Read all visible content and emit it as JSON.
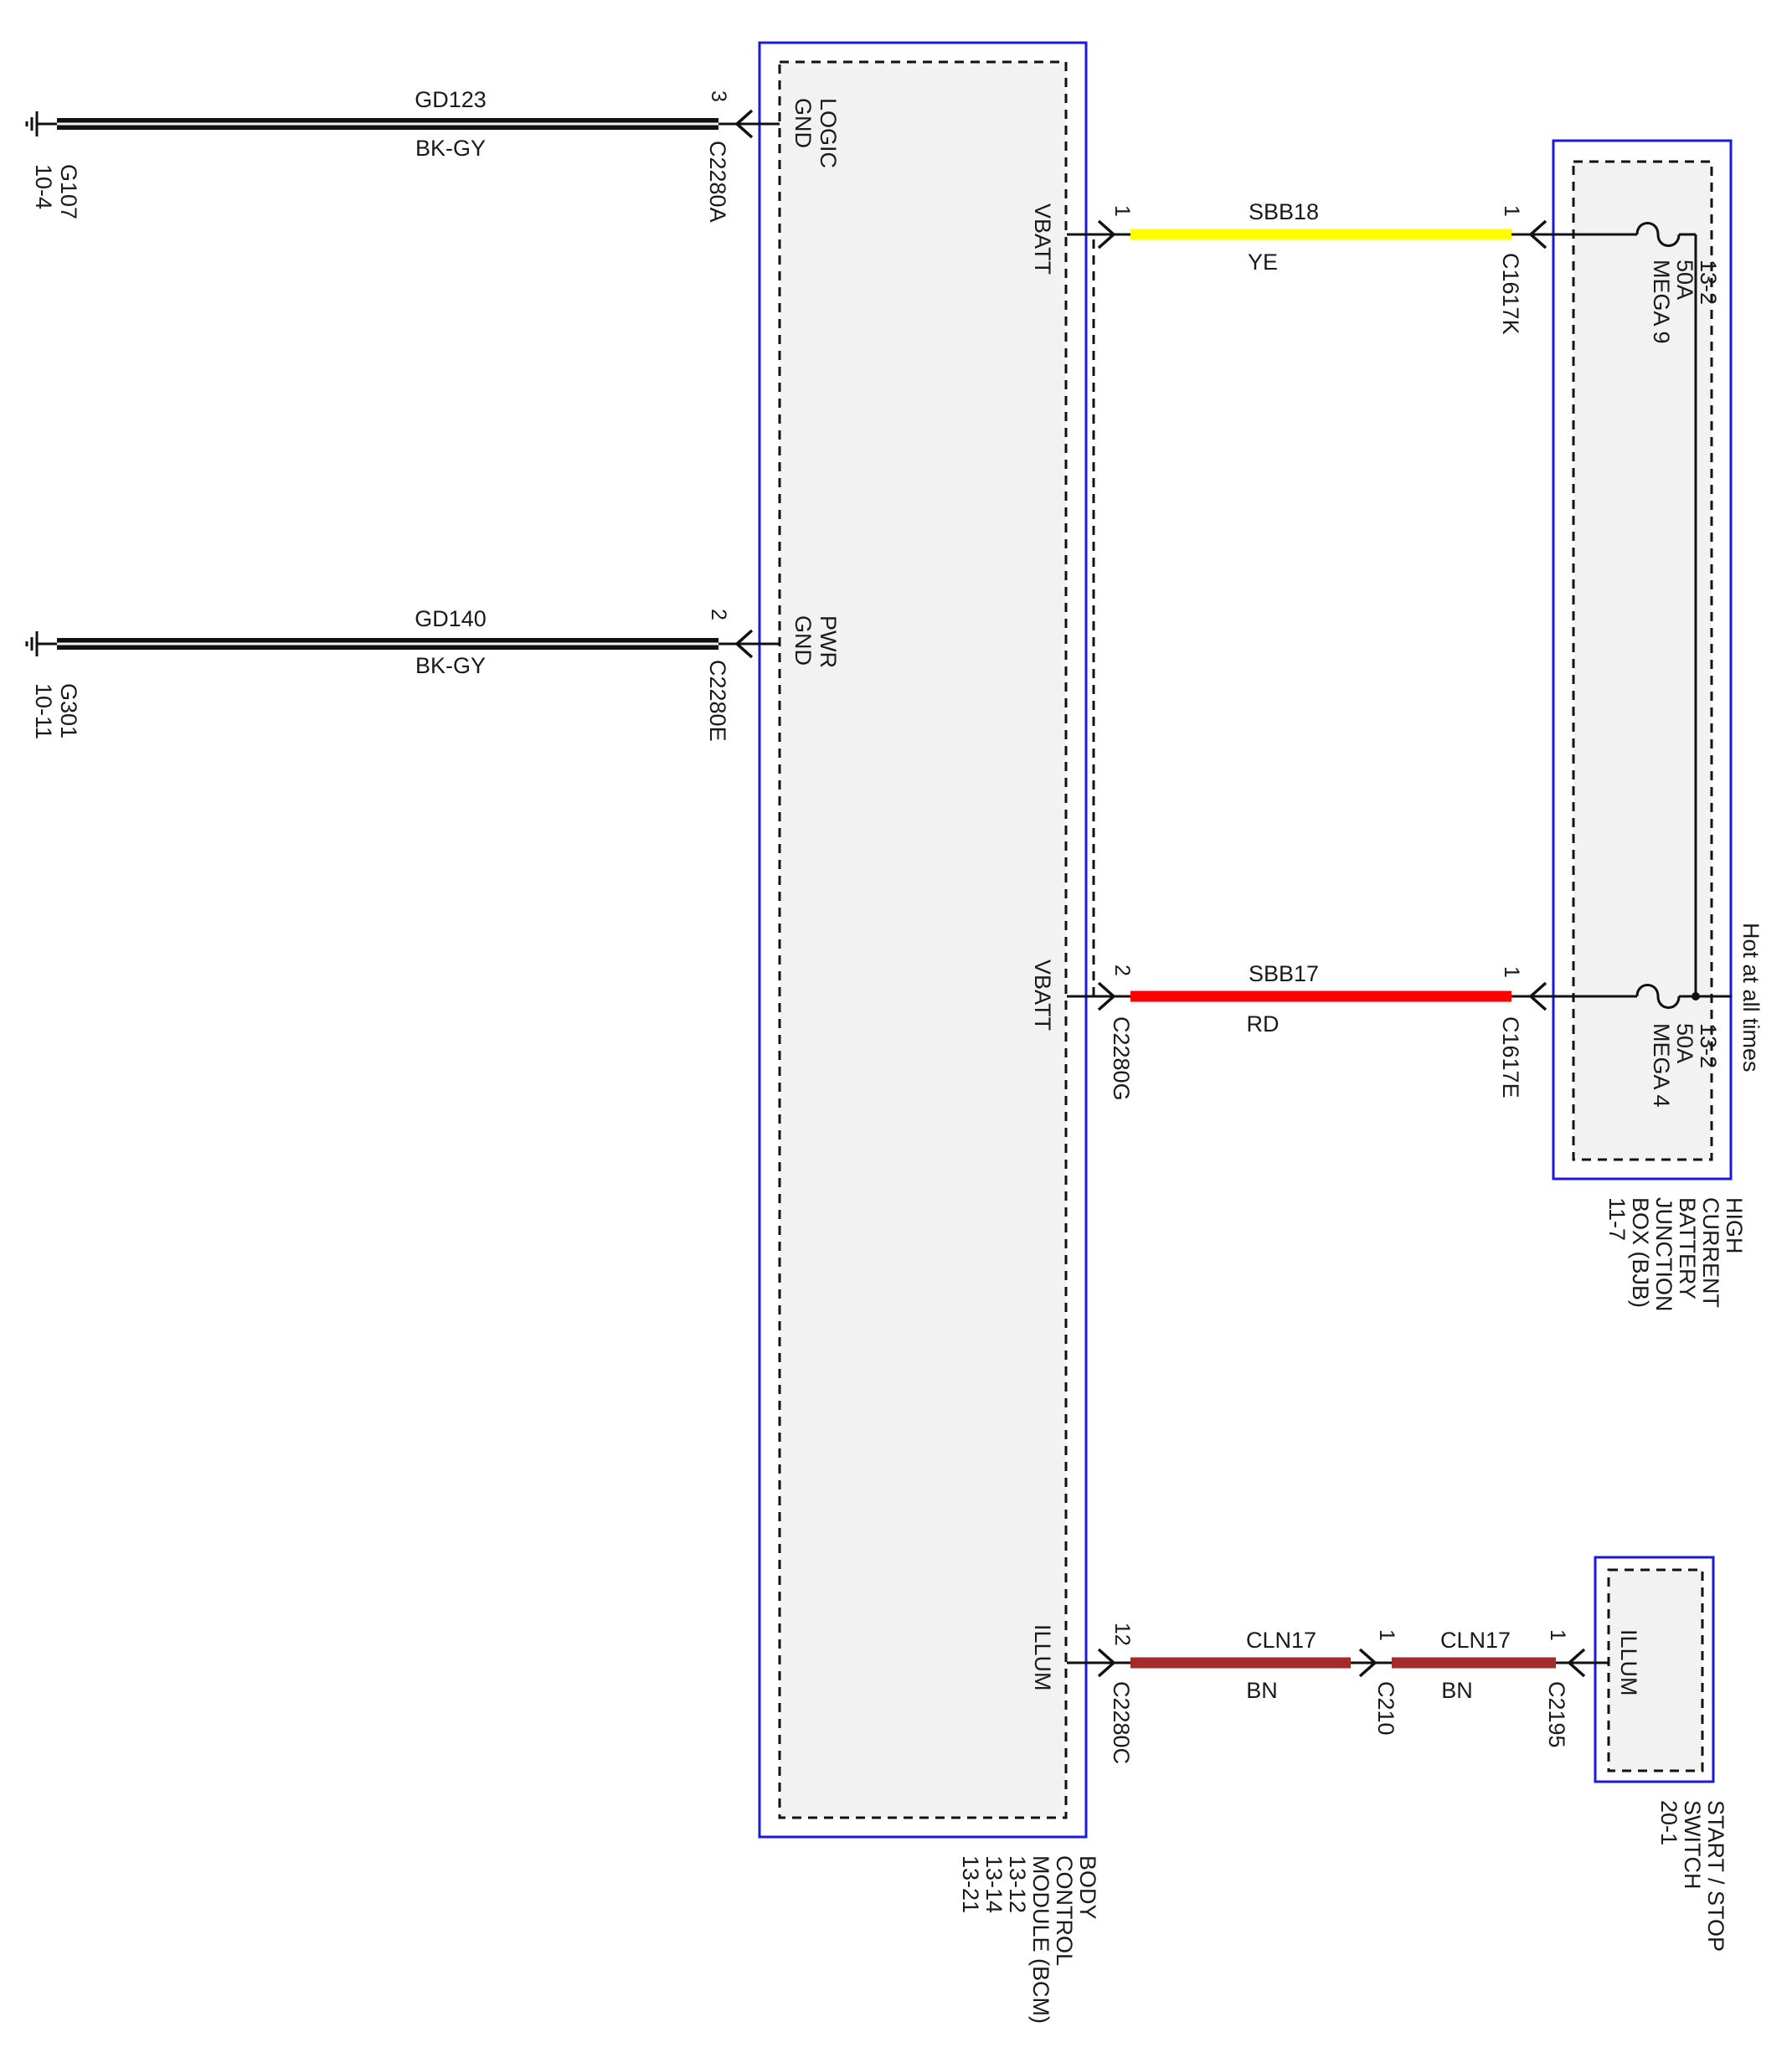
{
  "components": {
    "bcm": {
      "lines": [
        "BODY",
        "CONTROL",
        "MODULE (BCM)",
        "13-12",
        "13-14",
        "13-21"
      ]
    },
    "bjb": {
      "lines": [
        "HIGH",
        "CURRENT",
        "BATTERY",
        "JUNCTION",
        "BOX (BJB)",
        "11-7"
      ]
    },
    "start_stop": {
      "lines": [
        "START / STOP",
        "SWITCH",
        "20-1"
      ]
    }
  },
  "pins": {
    "logic_gnd": [
      "LOGIC",
      "GND"
    ],
    "pwr_gnd": [
      "PWR",
      "GND"
    ],
    "vbatt_1": "VBATT",
    "vbatt_2": "VBATT",
    "illum_bcm": "ILLUM",
    "illum_switch": "ILLUM"
  },
  "grounds": {
    "g107": [
      "G107",
      "10-4"
    ],
    "g301": [
      "G301",
      "10-11"
    ]
  },
  "fuses": {
    "mega9": [
      "MEGA 9",
      "50A",
      "13-2"
    ],
    "mega4": [
      "MEGA 4",
      "50A",
      "13-2"
    ]
  },
  "wires": {
    "gd123": {
      "circuit": "GD123",
      "color_code": "BK-GY",
      "color": "#111111"
    },
    "gd140": {
      "circuit": "GD140",
      "color_code": "BK-GY",
      "color": "#111111"
    },
    "sbb18": {
      "circuit": "SBB18",
      "color_code": "YE",
      "color": "#ffff00"
    },
    "sbb17": {
      "circuit": "SBB17",
      "color_code": "RD",
      "color": "#ff0000"
    },
    "cln17_a": {
      "circuit": "CLN17",
      "color_code": "BN",
      "color": "#a52a2a"
    },
    "cln17_b": {
      "circuit": "CLN17",
      "color_code": "BN",
      "color": "#a52a2a"
    }
  },
  "connectors": {
    "c2280a": {
      "id": "C2280A",
      "pin": "3"
    },
    "c2280e": {
      "id": "C2280E",
      "pin": "2"
    },
    "c1617k": {
      "id": "C1617K",
      "pin": "1"
    },
    "c2280g_top_pin": "1",
    "c2280g": {
      "id": "C2280G",
      "pin": "2"
    },
    "c1617e": {
      "id": "C1617E",
      "pin": "1"
    },
    "c2280c": {
      "id": "C2280C",
      "pin": "12"
    },
    "c210": {
      "id": "C210",
      "pin": "1"
    },
    "c2195": {
      "id": "C2195",
      "pin": "1"
    }
  },
  "power_note": "Hot at all times",
  "colors": {
    "box_outline": "#1a1adc",
    "box_fill": "#f2f2f2"
  }
}
